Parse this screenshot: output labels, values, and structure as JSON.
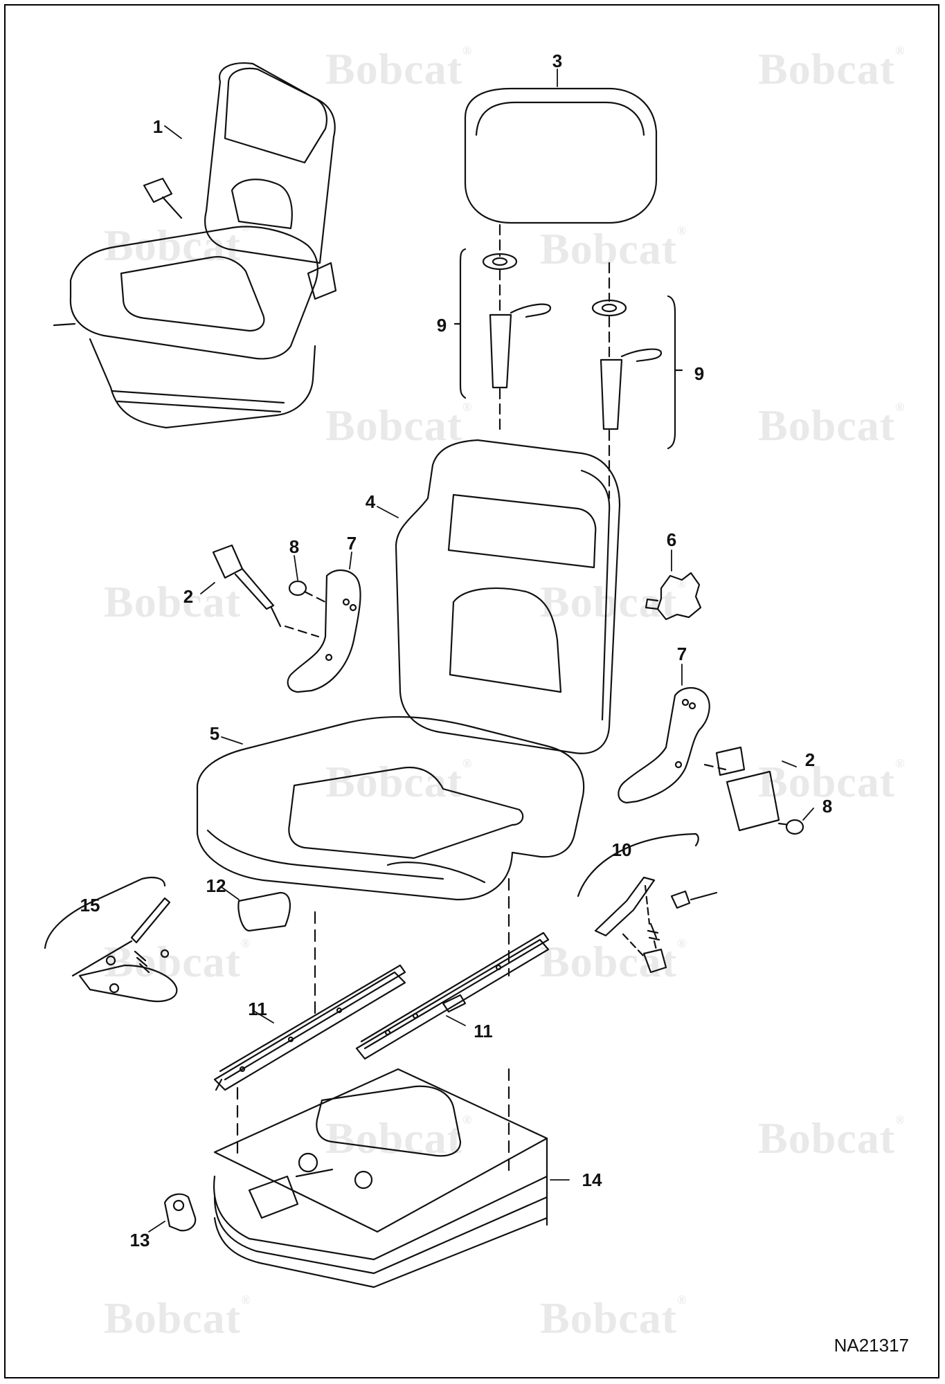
{
  "watermark": {
    "brand": "Bobcat",
    "symbol": "®"
  },
  "drawing_id": "NA21317",
  "callouts": [
    {
      "key": "c1",
      "text": "1"
    },
    {
      "key": "c3",
      "text": "3"
    },
    {
      "key": "c9a",
      "text": "9"
    },
    {
      "key": "c9b",
      "text": "9"
    },
    {
      "key": "c4",
      "text": "4"
    },
    {
      "key": "c6",
      "text": "6"
    },
    {
      "key": "c8a",
      "text": "8"
    },
    {
      "key": "c7a",
      "text": "7"
    },
    {
      "key": "c2a",
      "text": "2"
    },
    {
      "key": "c7b",
      "text": "7"
    },
    {
      "key": "c5",
      "text": "5"
    },
    {
      "key": "c2b",
      "text": "2"
    },
    {
      "key": "c8b",
      "text": "8"
    },
    {
      "key": "c10",
      "text": "10"
    },
    {
      "key": "c12",
      "text": "12"
    },
    {
      "key": "c15",
      "text": "15"
    },
    {
      "key": "c11a",
      "text": "11"
    },
    {
      "key": "c11b",
      "text": "11"
    },
    {
      "key": "c14",
      "text": "14"
    },
    {
      "key": "c13",
      "text": "13"
    }
  ]
}
